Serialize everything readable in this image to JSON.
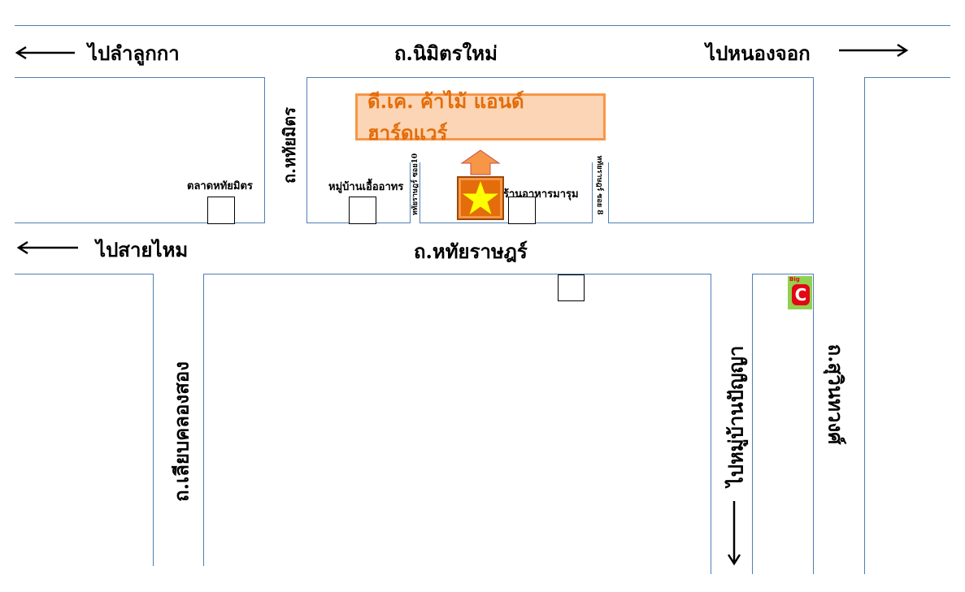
{
  "roads": {
    "nimit_mai": "ถ.นิมิตรใหม่",
    "hathai_rat": "ถ.หทัยราษฎร์",
    "hathai_mit": "ถ.หทัยมิตร",
    "liap_khlong_song": "ถ.เลียบคลองสอง",
    "suwinthawong": "ถ.สุวินทวงศ์",
    "soi_10": "หทัยราษฎร์ ซอย10",
    "soi_8": "หทัยราษฎร์ ซอย 8"
  },
  "directions": {
    "to_lam_luk_ka": "ไปลำลูกกา",
    "to_nong_chok": "ไปหนองจอก",
    "to_sai_mai": "ไปสายไหม",
    "to_mu_ban_panya": "ไปหมู่บ้านปัญญา"
  },
  "landmarks": {
    "talat_hathai_mit": "ตลาดหทัยมิตร",
    "mu_ban_uea_athon": "หมู่บ้านเอื้ออาทร",
    "ran_ahan_marum": "ร้านอาหารมารุม"
  },
  "shop": {
    "name": "ดี.เค. ค้าไม้ แอนด์ ฮาร์ดแวร์"
  },
  "bigc": {
    "text": "Big",
    "letter": "C"
  },
  "colors": {
    "road_line": "#4f7fb2",
    "shop_fill": "#fbd5b5",
    "shop_border": "#f79646",
    "shop_text": "#e36c09",
    "marker": "#e46c0a",
    "star": "#ffff00",
    "bigc_green": "#92d050",
    "bigc_red": "#e30613"
  }
}
